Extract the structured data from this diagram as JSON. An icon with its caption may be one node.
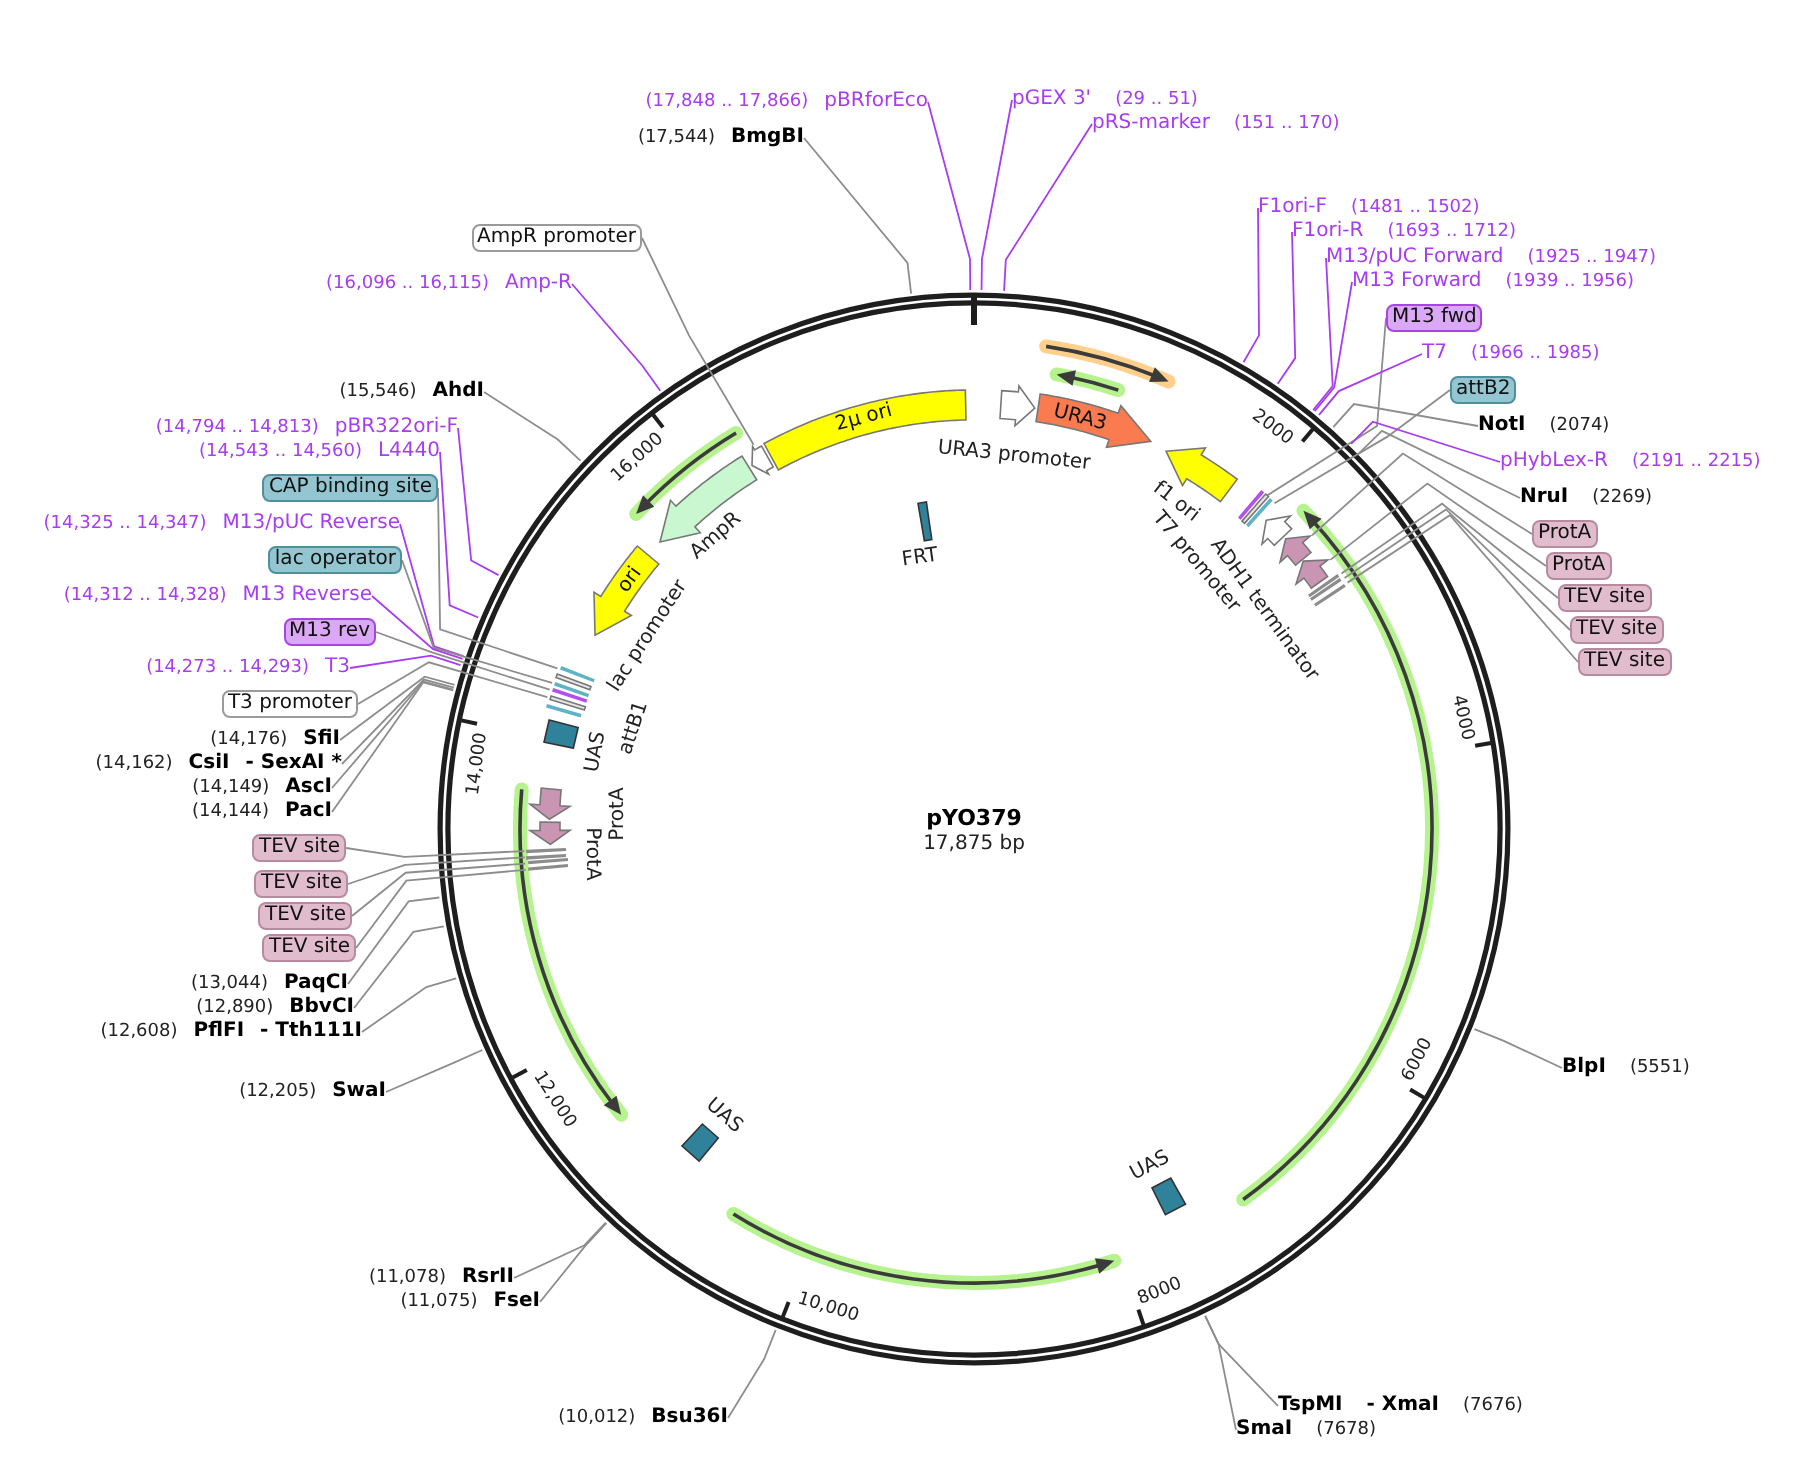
{
  "diagram": {
    "title": "pYO379",
    "nodes": [
      {
        "text": [
          "(17,848 .. 17,866)",
          "pBRforEco"
        ]
      },
      {
        "text": [
          "(17,544)",
          "BmgBI"
        ]
      },
      {
        "text": [
          "AmpR promoter"
        ]
      },
      {
        "text": [
          "(16,096 .. 16,115)",
          "Amp-R"
        ]
      },
      {
        "text": [
          "(15,546)",
          "AhdI"
        ]
      },
      {
        "text": [
          "(14,794 .. 14,813)",
          "pBR322ori-F"
        ]
      },
      {
        "text": [
          "(14,543 .. 14,560)",
          "L4440"
        ]
      },
      {
        "text": [
          "CAP binding site"
        ]
      },
      {
        "text": [
          "(14,325 .. 14,347)",
          "M13/pUC Reverse"
        ]
      },
      {
        "text": [
          "lac operator"
        ]
      },
      {
        "text": [
          "(14,312 .. 14,328)",
          "M13 Reverse"
        ]
      },
      {
        "text": [
          "M13 rev"
        ]
      },
      {
        "text": [
          "(14,273 .. 14,293)",
          "T3"
        ]
      },
      {
        "text": [
          "T3 promoter"
        ]
      },
      {
        "text": [
          "(14,176)",
          "SfiI"
        ]
      },
      {
        "text": [
          "(14,162)",
          "CsiI",
          "- SexAI *"
        ]
      },
      {
        "text": [
          "(14,149)",
          "AscI"
        ]
      },
      {
        "text": [
          "(14,144)",
          "PacI"
        ]
      },
      {
        "text": [
          "TEV site"
        ]
      },
      {
        "text": [
          "TEV site"
        ]
      },
      {
        "text": [
          "TEV site"
        ]
      },
      {
        "text": [
          "TEV site"
        ]
      },
      {
        "text": [
          "(13,044)",
          "PaqCI"
        ]
      },
      {
        "text": [
          "(12,890)",
          "BbvCI"
        ]
      },
      {
        "text": [
          "(12,608)",
          "PflFI",
          "- Tth111I"
        ]
      },
      {
        "text": [
          "(12,205)",
          "SwaI"
        ]
      },
      {
        "text": [
          "(11,078)",
          "RsrII"
        ]
      },
      {
        "text": [
          "(11,075)",
          "FseI"
        ]
      },
      {
        "text": [
          "(10,012)",
          "Bsu36I"
        ]
      },
      {
        "text": [
          "pGEX 3'",
          "(29 .. 51)"
        ]
      },
      {
        "text": [
          "pRS-marker",
          "(151 .. 170)"
        ]
      },
      {
        "text": [
          "F1ori-F",
          "(1481 .. 1502)"
        ]
      },
      {
        "text": [
          "F1ori-R",
          "(1693 .. 1712)"
        ]
      },
      {
        "text": [
          "M13/pUC Forward",
          "(1925 .. 1947)"
        ]
      },
      {
        "text": [
          "M13 Forward",
          "(1939 .. 1956)"
        ]
      },
      {
        "text": [
          "M13 fwd"
        ]
      },
      {
        "text": [
          "T7",
          "(1966 .. 1985)"
        ]
      },
      {
        "text": [
          "attB2"
        ]
      },
      {
        "text": [
          "NotI",
          "(2074)"
        ]
      },
      {
        "text": [
          "pHybLex-R",
          "(2191 .. 2215)"
        ]
      },
      {
        "text": [
          "NruI",
          "(2269)"
        ]
      },
      {
        "text": [
          "ProtA"
        ]
      },
      {
        "text": [
          "ProtA"
        ]
      },
      {
        "text": [
          "TEV site"
        ]
      },
      {
        "text": [
          "TEV site"
        ]
      },
      {
        "text": [
          "TEV site"
        ]
      },
      {
        "text": [
          "BlpI",
          "(5551)"
        ]
      },
      {
        "text": [
          "TspMI",
          "- XmaI",
          "(7676)"
        ]
      },
      {
        "text": [
          "SmaI",
          "(7678)"
        ]
      },
      {
        "text": [],
        "shape": "arrow"
      },
      {
        "text": [
          "URA3"
        ]
      },
      {
        "text": [],
        "shape": "arrow",
        "beside": [
          "f1 ori"
        ]
      },
      {
        "text": [],
        "shape": "bar"
      },
      {
        "text": [],
        "shape": "bar",
        "beside": [
          "T7 promoter"
        ]
      },
      {
        "text": [],
        "shape": "bar"
      },
      {
        "text": [],
        "shape": "arrow",
        "beside": [
          "ADH1 terminator"
        ]
      },
      {
        "text": [],
        "shape": "arrow"
      },
      {
        "text": [],
        "shape": "arrow"
      },
      {
        "text": [],
        "shape": "bar"
      },
      {
        "text": [],
        "shape": "bar"
      },
      {
        "text": [],
        "shape": "bar"
      },
      {
        "text": [],
        "shape": "box",
        "beside": [
          "UAS"
        ]
      },
      {
        "text": [],
        "shape": "box",
        "beside": [
          "UAS"
        ]
      },
      {
        "text": [],
        "shape": "bar"
      },
      {
        "text": [],
        "shape": "bar"
      },
      {
        "text": [],
        "shape": "bar"
      },
      {
        "text": [],
        "shape": "bar"
      },
      {
        "text": [],
        "shape": "arrow",
        "beside": [
          "ProtA"
        ]
      },
      {
        "text": [],
        "shape": "arrow",
        "beside": [
          "ProtA"
        ]
      },
      {
        "text": [],
        "shape": "box",
        "beside": [
          "UAS"
        ]
      },
      {
        "text": [],
        "shape": "bar",
        "beside": [
          "attB1"
        ]
      },
      {
        "text": [],
        "shape": "bar"
      },
      {
        "text": [],
        "shape": "bar"
      },
      {
        "text": [],
        "shape": "bar"
      },
      {
        "text": [],
        "shape": "bar"
      },
      {
        "text": [],
        "shape": "bar"
      },
      {
        "text": [
          "ori"
        ]
      },
      {
        "text": [],
        "shape": "arrow",
        "beside": [
          "AmpR"
        ]
      },
      {
        "text": [],
        "shape": "arrow"
      },
      {
        "text": [
          "2μ ori"
        ]
      },
      {
        "text": [],
        "shape": "bar",
        "beside": [
          "FRT"
        ]
      }
    ],
    "edges": [
      {
        "from": 0,
        "to": null,
        "arrow": "none",
        "color": "#a83cf0"
      },
      {
        "from": 1,
        "to": null,
        "arrow": "none"
      },
      {
        "from": 2,
        "to": 78,
        "arrow": "none"
      },
      {
        "from": 3,
        "to": null,
        "arrow": "none",
        "color": "#a83cf0"
      },
      {
        "from": 4,
        "to": null,
        "arrow": "none"
      },
      {
        "from": 5,
        "to": null,
        "arrow": "none",
        "color": "#a83cf0"
      },
      {
        "from": 6,
        "to": null,
        "arrow": "none",
        "color": "#a83cf0"
      },
      {
        "from": 7,
        "to": 75,
        "arrow": "none"
      },
      {
        "from": 8,
        "to": null,
        "arrow": "none",
        "color": "#a83cf0"
      },
      {
        "from": 9,
        "to": 73,
        "arrow": "none"
      },
      {
        "from": 10,
        "to": null,
        "arrow": "none",
        "color": "#a83cf0"
      },
      {
        "from": 11,
        "to": 72,
        "arrow": "none"
      },
      {
        "from": 12,
        "to": null,
        "arrow": "none",
        "color": "#a83cf0"
      },
      {
        "from": 13,
        "to": 71,
        "arrow": "none"
      },
      {
        "from": 14,
        "to": null,
        "arrow": "none"
      },
      {
        "from": 15,
        "to": null,
        "arrow": "none"
      },
      {
        "from": 16,
        "to": null,
        "arrow": "none"
      },
      {
        "from": 17,
        "to": null,
        "arrow": "none"
      },
      {
        "from": 18,
        "to": 63,
        "arrow": "none"
      },
      {
        "from": 19,
        "to": 64,
        "arrow": "none"
      },
      {
        "from": 20,
        "to": 65,
        "arrow": "none"
      },
      {
        "from": 21,
        "to": 66,
        "arrow": "none"
      },
      {
        "from": 22,
        "to": null,
        "arrow": "none"
      },
      {
        "from": 23,
        "to": null,
        "arrow": "none"
      },
      {
        "from": 24,
        "to": null,
        "arrow": "none"
      },
      {
        "from": 25,
        "to": null,
        "arrow": "none"
      },
      {
        "from": 26,
        "to": null,
        "arrow": "none"
      },
      {
        "from": 27,
        "to": null,
        "arrow": "none"
      },
      {
        "from": 28,
        "to": null,
        "arrow": "none"
      },
      {
        "from": 29,
        "to": null,
        "arrow": "none",
        "color": "#a83cf0"
      },
      {
        "from": 30,
        "to": null,
        "arrow": "none",
        "color": "#a83cf0"
      },
      {
        "from": 31,
        "to": null,
        "arrow": "none",
        "color": "#a83cf0"
      },
      {
        "from": 32,
        "to": null,
        "arrow": "none",
        "color": "#a83cf0"
      },
      {
        "from": 33,
        "to": null,
        "arrow": "none",
        "color": "#a83cf0"
      },
      {
        "from": 34,
        "to": null,
        "arrow": "none",
        "color": "#a83cf0"
      },
      {
        "from": 35,
        "to": 52,
        "arrow": "none"
      },
      {
        "from": 36,
        "to": null,
        "arrow": "none",
        "color": "#a83cf0"
      },
      {
        "from": 37,
        "to": 54,
        "arrow": "none"
      },
      {
        "from": 38,
        "to": null,
        "arrow": "none"
      },
      {
        "from": 39,
        "to": null,
        "arrow": "none",
        "color": "#a83cf0"
      },
      {
        "from": 40,
        "to": null,
        "arrow": "none"
      },
      {
        "from": 41,
        "to": 56,
        "arrow": "none"
      },
      {
        "from": 42,
        "to": 57,
        "arrow": "none"
      },
      {
        "from": 43,
        "to": 58,
        "arrow": "none"
      },
      {
        "from": 44,
        "to": 59,
        "arrow": "none"
      },
      {
        "from": 45,
        "to": 60,
        "arrow": "none"
      },
      {
        "from": 46,
        "to": null,
        "arrow": "none"
      },
      {
        "from": 47,
        "to": null,
        "arrow": "none"
      },
      {
        "from": 48,
        "to": null,
        "arrow": "none"
      }
    ],
    "labels": [
      "17,875 bp",
      "URA3 promoter",
      "lac promoter",
      "2000",
      "4000",
      "6000",
      "8000",
      "10,000",
      "12,000",
      "14,000",
      "16,000"
    ]
  }
}
